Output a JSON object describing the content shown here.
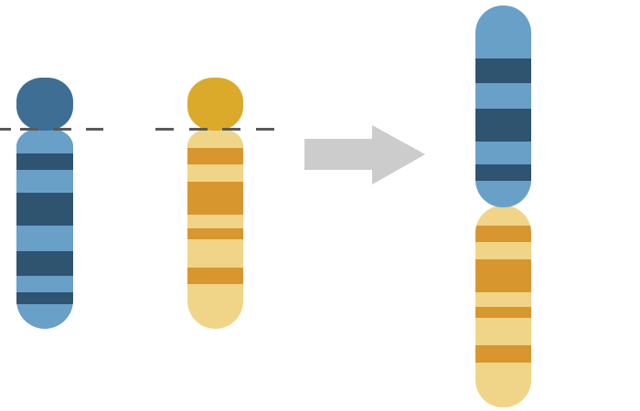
{
  "diagram": {
    "type": "chromosome-translocation",
    "colors": {
      "blue_head": "#3f6e94",
      "blue_light": "#68a0c8",
      "blue_band": "#2e5470",
      "yellow_head": "#dcaa2a",
      "yellow_light": "#f0d488",
      "yellow_band": "#d8962e",
      "arrow": "#cccccc",
      "break_line": "#5a5a5a"
    },
    "parts": [
      "blue-chromosome",
      "yellow-chromosome",
      "break-line",
      "translocation-arrow",
      "fused-chromosome"
    ]
  }
}
